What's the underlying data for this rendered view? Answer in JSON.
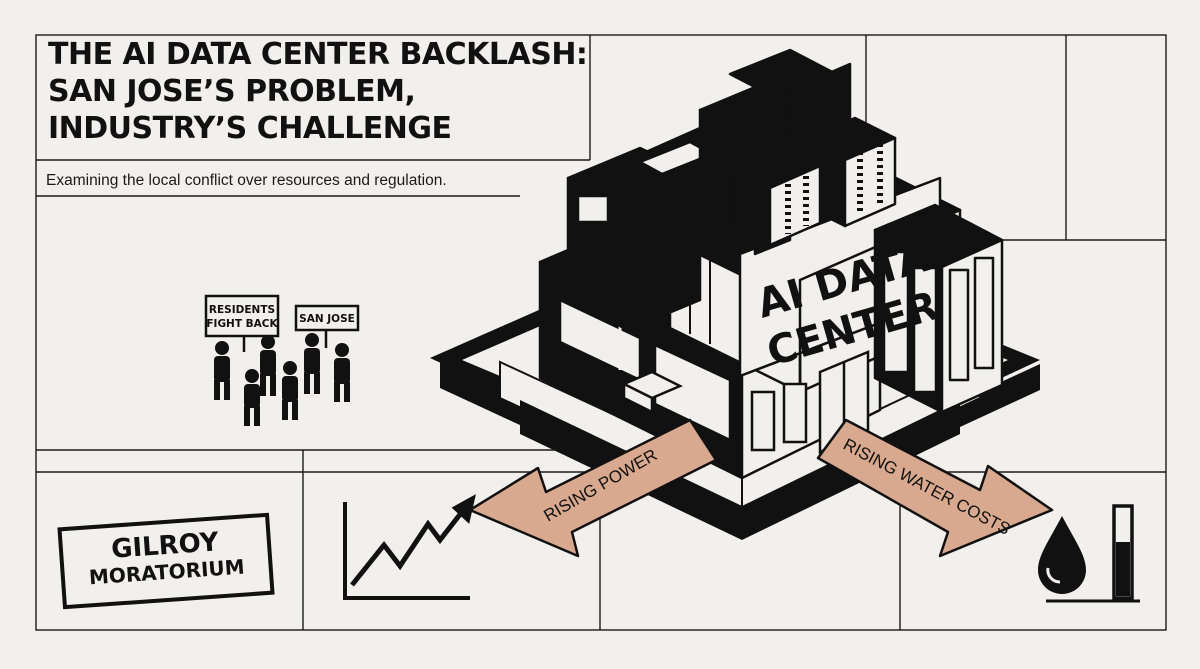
{
  "header": {
    "title_lines": [
      "THE AI DATA CENTER BACKLASH:",
      "SAN JOSE’S PROBLEM,",
      "INDUSTRY’S CHALLENGE"
    ],
    "subtitle": "Examining the local conflict over resources and regulation."
  },
  "building": {
    "sign_lines": [
      "AI DATA",
      "CENTER"
    ]
  },
  "protest": {
    "sign_left_lines": [
      "RESIDENTS",
      "FIGHT BACK"
    ],
    "sign_right": "SAN JOSE"
  },
  "arrows": {
    "left_label": "RISING POWER",
    "right_label": "RISING WATER COSTS"
  },
  "stamp": {
    "line1": "GILROY",
    "line2": "MORATORIUM"
  },
  "icons": [
    "rising-chart-icon",
    "water-drop-icon",
    "water-level-gauge-icon",
    "protester-icon"
  ],
  "colors": {
    "background": "#f1f0ec",
    "ink": "#111111",
    "arrow_fill": "#d8a98e"
  }
}
